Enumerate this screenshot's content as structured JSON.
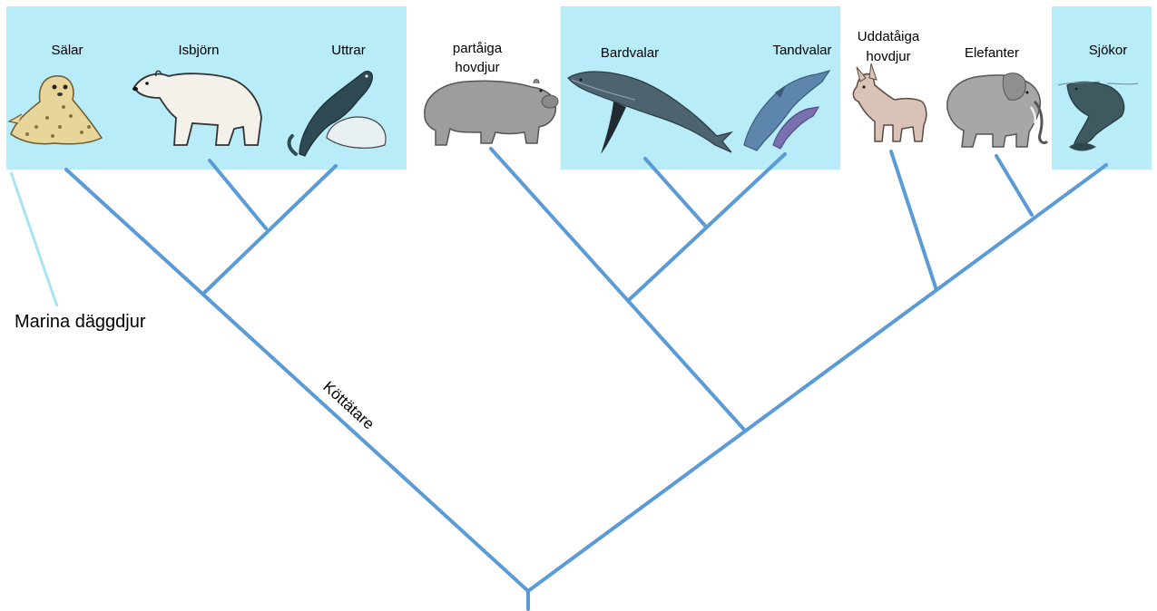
{
  "colors": {
    "marine_background": "#b7ecf8",
    "other_background": "#ffffff",
    "branch_line": "#5b9bd5",
    "marine_pointer": "#a9e4f2"
  },
  "taxa": {
    "salar": "Sälar",
    "isbjorn": "Isbjörn",
    "uttrar": "Uttrar",
    "partaiga_line1": "partåiga",
    "partaiga_line2": "hovdjur",
    "bardvalar": "Bardvalar",
    "tandvalar": "Tandvalar",
    "uddataiga_line1": "Uddatåiga",
    "uddataiga_line2": "hovdjur",
    "elefanter": "Elefanter",
    "sjokor": "Sjökor"
  },
  "labels": {
    "marine_mammals": "Marina däggdjur",
    "carnivores": "Köttätare"
  },
  "icons": [
    "seal-icon",
    "polar-bear-icon",
    "otter-icon",
    "hippo-icon",
    "humpback-whale-icon",
    "dolphins-icon",
    "donkey-icon",
    "elephant-icon",
    "manatee-icon"
  ]
}
